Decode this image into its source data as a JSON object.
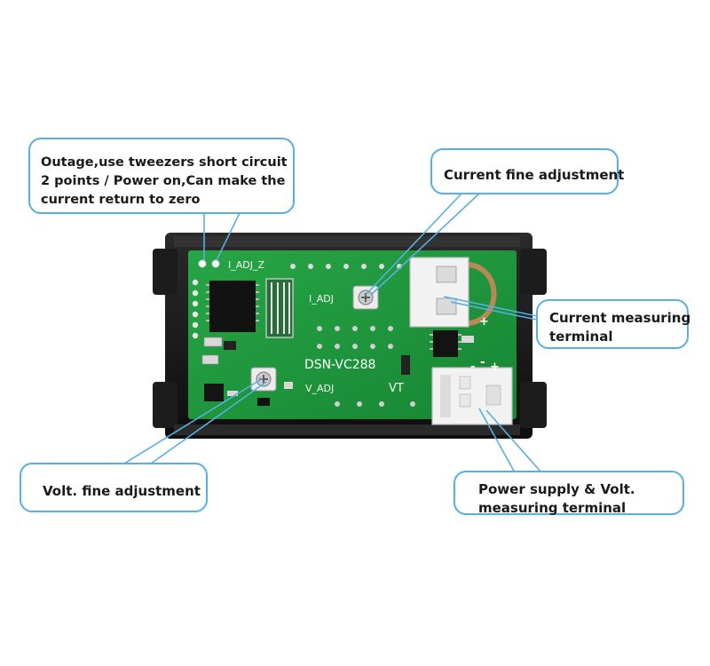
{
  "board": {
    "model": "DSN-VC288",
    "labels": {
      "i_adj_z": "I_ADJ_Z",
      "i_adj": "I_ADJ",
      "v_adj": "V_ADJ",
      "vt": "VT",
      "plus_top": "+",
      "minus": "-",
      "minus_bottom": "-",
      "plus_bottom": "+"
    }
  },
  "callouts": {
    "zero_reset": {
      "lines": [
        "Outage,use tweezers short circuit",
        "2 points / Power on,Can make the",
        "current return to zero"
      ]
    },
    "current_fine": {
      "lines": [
        "Current fine adjustment"
      ]
    },
    "current_measuring": {
      "lines": [
        "Current measuring",
        "terminal"
      ]
    },
    "volt_fine": {
      "lines": [
        "Volt. fine adjustment"
      ]
    },
    "power_supply": {
      "lines": [
        "Power supply & Volt.",
        "measuring terminal"
      ]
    }
  },
  "colors": {
    "callout_border": "#5aaee0",
    "pcb_green": "#1f9a3a",
    "housing": "#161616"
  }
}
